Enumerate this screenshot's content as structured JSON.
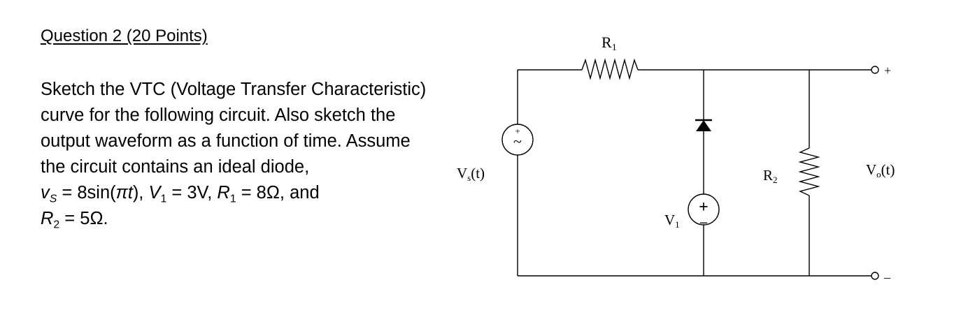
{
  "question": {
    "title": "Question 2 (20 Points)"
  },
  "problem": {
    "line1": "Sketch the VTC (Voltage Transfer Characteristic)",
    "line2": "curve for the following circuit. Also sketch the",
    "line3": "output waveform as a function of time. Assume",
    "line4": "the circuit contains an ideal diode,",
    "vs_symbol": "v",
    "vs_sub": "S",
    "vs_expr": " = 8sin(",
    "vs_pi": "πt",
    "vs_close": "),",
    "v1_symbol": "V",
    "v1_sub": "1",
    "v1_expr": " = 3V,",
    "r1_symbol": "R",
    "r1_sub": "1",
    "r1_expr": " = 8Ω,",
    "and_word": " and",
    "r2_symbol": "R",
    "r2_sub": "2",
    "r2_expr": " = 5Ω."
  },
  "circuit": {
    "r1_label": {
      "main": "R",
      "sub": "1"
    },
    "r2_label": {
      "main": "R",
      "sub": "2"
    },
    "vs_label": {
      "main": "V",
      "sub": "s",
      "tail": "(t)"
    },
    "v1_label": {
      "main": "V",
      "sub": "1"
    },
    "vo_label": {
      "main": "V",
      "sub": "o",
      "tail": "(t)"
    },
    "out_plus": "+",
    "out_minus": "–",
    "v1_plus": "+",
    "v1_minus": "–",
    "vs_plus": "+",
    "vs_tilde": "~"
  }
}
